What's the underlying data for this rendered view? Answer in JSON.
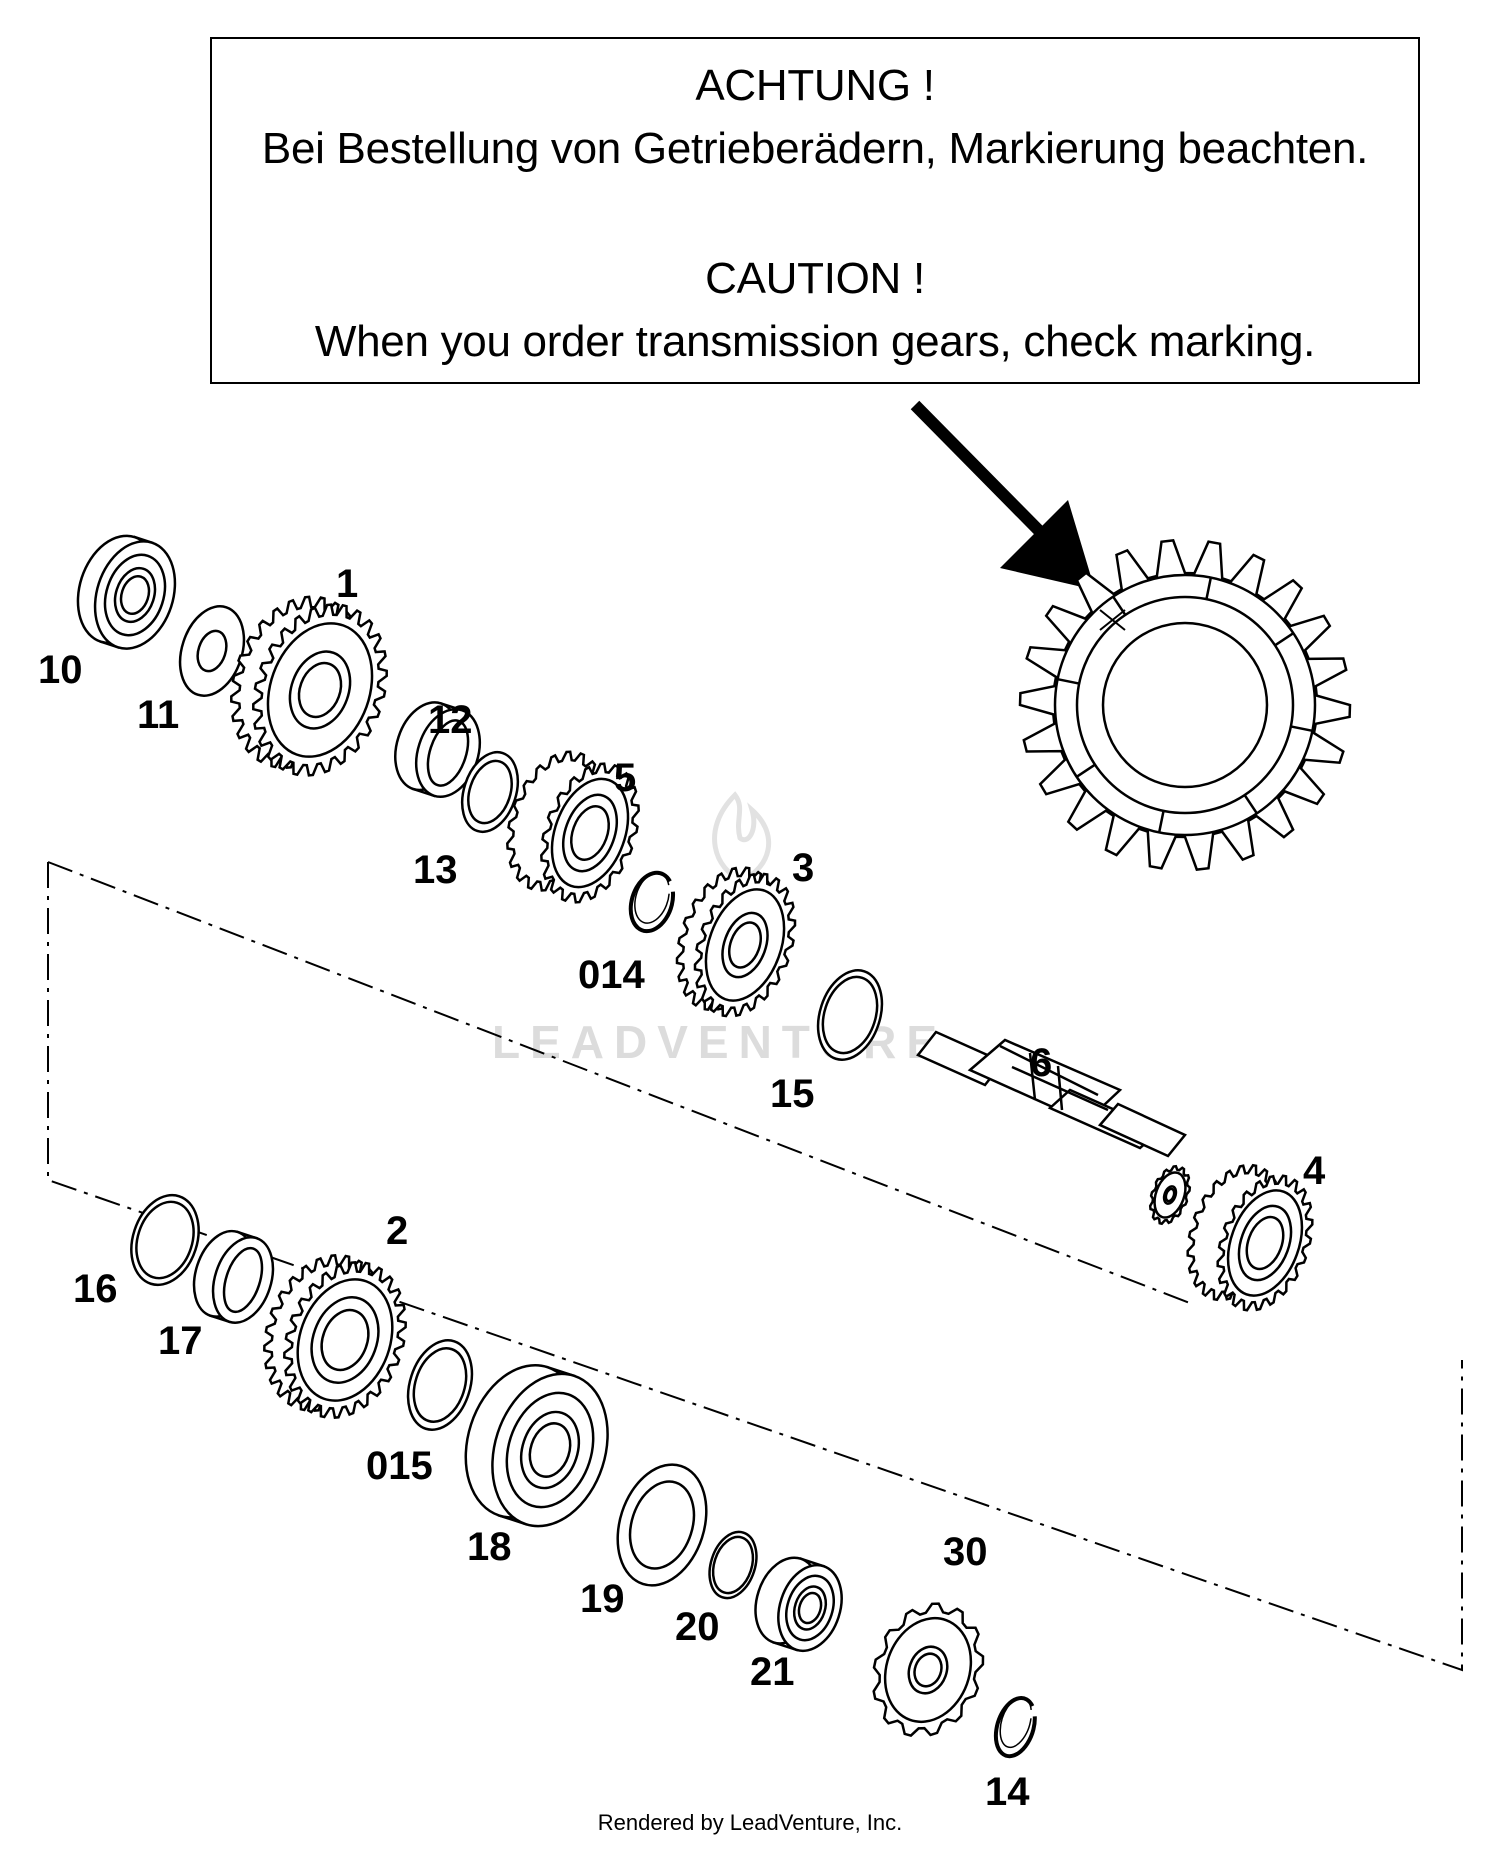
{
  "notice": {
    "line1": "ACHTUNG !",
    "line2": "Bei Bestellung von Getrieberädern, Markierung beachten.",
    "line3": "CAUTION !",
    "line4": "When you order transmission gears, check marking."
  },
  "part_labels": {
    "p1": "1",
    "p2": "2",
    "p3": "3",
    "p4": "4",
    "p5": "5",
    "p6": "6",
    "p10": "10",
    "p11": "11",
    "p12": "12",
    "p13": "13",
    "p014": "014",
    "p15": "15",
    "p16": "16",
    "p17": "17",
    "p015": "015",
    "p18": "18",
    "p19": "19",
    "p20": "20",
    "p21": "21",
    "p30": "30",
    "p14": "14"
  },
  "watermark": "LEADVENTURE",
  "footer": "Rendered by LeadVenture, Inc.",
  "colors": {
    "line": "#000000",
    "watermark": "#dcdcdc",
    "background": "#ffffff"
  }
}
